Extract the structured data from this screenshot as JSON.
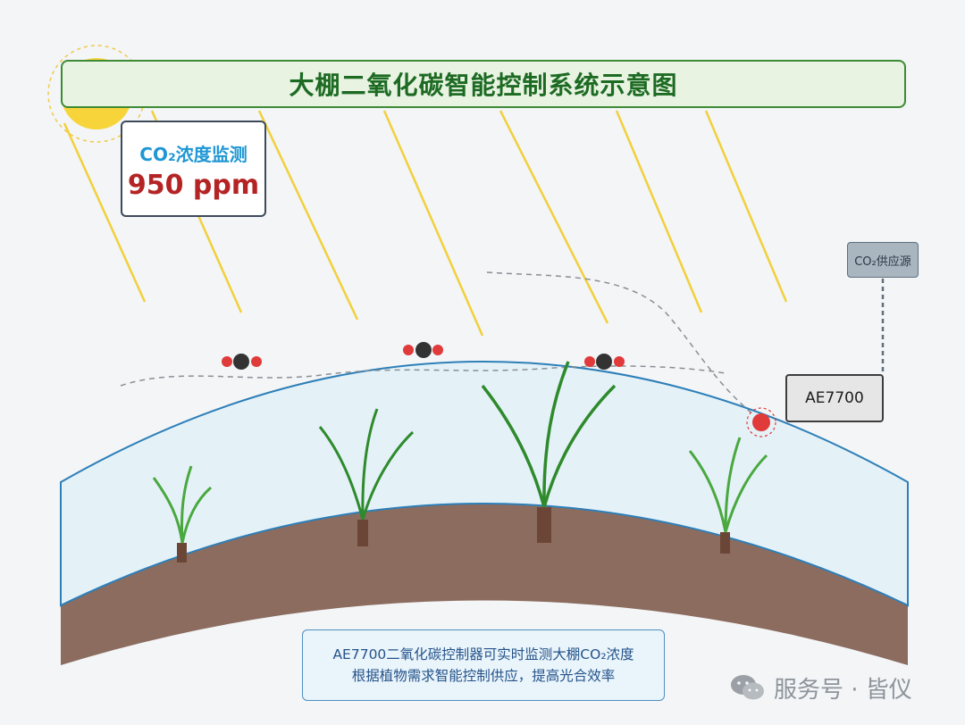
{
  "title": "大棚二氧化碳智能控制系统示意图",
  "monitor": {
    "label": "CO₂浓度监测",
    "value": "950 ppm"
  },
  "supply_source": "CO₂供应源",
  "controller": "AE7700",
  "caption": {
    "line1": "AE7700二氧化碳控制器可实时监测大棚CO₂浓度",
    "line2": "根据植物需求智能控制供应，提高光合效率"
  },
  "watermark": "服务号 · 皆仪",
  "colors": {
    "sunlight": "#f2d03c",
    "soil": "#8b6c5f",
    "greenhouse_fill": "#dff0f8",
    "greenhouse_border": "#2d7fb8",
    "plant": "#3f9e3a",
    "stem": "#6b4636",
    "co2_carbon": "#333333",
    "co2_oxygen": "#e03a3a"
  },
  "icons": {
    "sun": "sun-icon",
    "co2_molecule": "co2-molecule-icon",
    "sensor": "co2-sensor-icon",
    "watermark": "wechat-icon"
  }
}
